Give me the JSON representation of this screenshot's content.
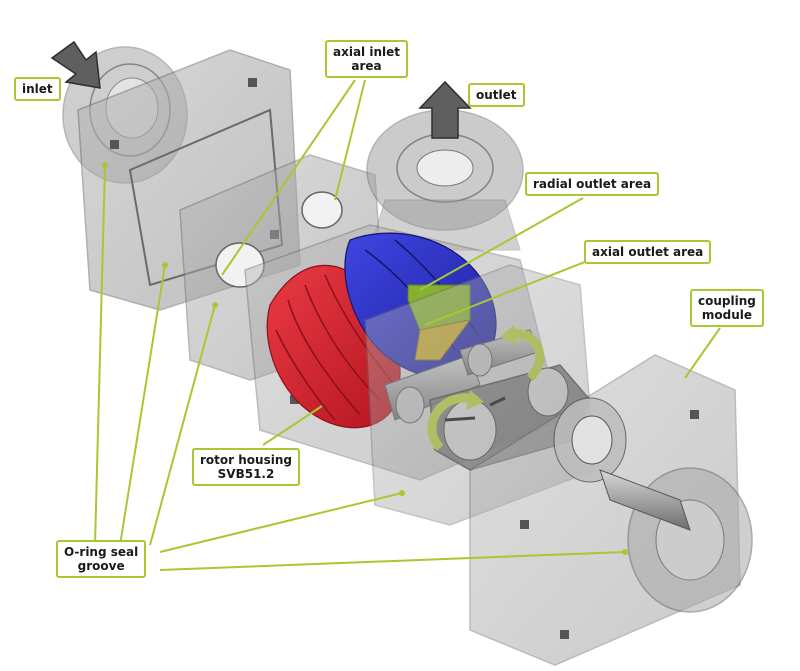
{
  "labels": {
    "inlet": "inlet",
    "axial_inlet_area": [
      "axial inlet",
      "area"
    ],
    "outlet": "outlet",
    "radial_outlet_area": "radial outlet area",
    "axial_outlet_area": "axial outlet area",
    "coupling_module": [
      "coupling",
      "module"
    ],
    "rotor_housing": [
      "rotor housing",
      "SVB51.2"
    ],
    "o_ring_seal_groove": [
      "O-ring seal",
      "groove"
    ]
  },
  "colors": {
    "leader_line": "#a6c832",
    "housing_gray": "#8e8e8e",
    "female_rotor": "#d8202c",
    "male_rotor": "#2a2fc8",
    "flow_arrow": "#5f5f5f",
    "rotation_arrow": "#b6d23a"
  }
}
